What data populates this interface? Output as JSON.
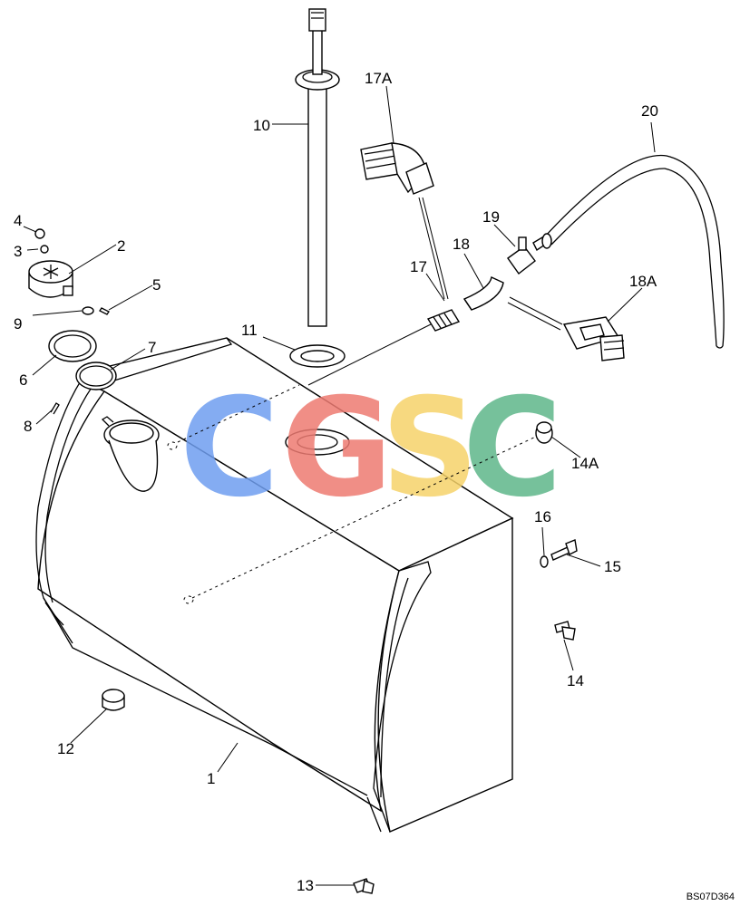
{
  "callouts": {
    "p1": "1",
    "p2": "2",
    "p3": "3",
    "p4": "4",
    "p5": "5",
    "p6": "6",
    "p7": "7",
    "p8": "8",
    "p9": "9",
    "p10": "10",
    "p11": "11",
    "p12": "12",
    "p13": "13",
    "p14": "14",
    "p14a": "14A",
    "p15": "15",
    "p16": "16",
    "p17": "17",
    "p17a": "17A",
    "p18": "18",
    "p18a": "18A",
    "p19": "19",
    "p20": "20"
  },
  "watermark": {
    "c1": "C",
    "g": "G",
    "s": "S",
    "c2": "C"
  },
  "colors": {
    "blue": "#6f9ef0",
    "red": "#ee7b72",
    "yellow": "#f6d36a",
    "green": "#5fb78a"
  },
  "drawing_code": "BS07D364"
}
